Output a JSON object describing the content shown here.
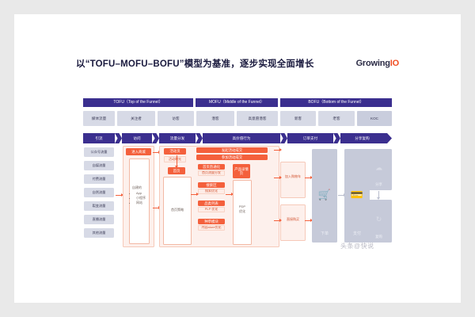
{
  "page": {
    "title": "以“TOFU–MOFU–BOFU”模型为基准，逐步实现全面增长",
    "logo_main": "Growing",
    "logo_accent": "IO",
    "watermark": "头条@快说",
    "accent_color": "#f4603c",
    "header_color": "#3b2f8f",
    "chip_color": "#d7dae6"
  },
  "funnel_headers": [
    {
      "label": "TOFU（Top of the Funnel）"
    },
    {
      "label": "MOFU（Middle of the Funnel）"
    },
    {
      "label": "BOFU（Bottom of the Funnel）"
    }
  ],
  "stages": [
    {
      "label": "媒体流量"
    },
    {
      "label": "关注者"
    },
    {
      "label": "访客"
    },
    {
      "label": "潜客"
    },
    {
      "label": "高意愿潜客"
    },
    {
      "label": "新客"
    },
    {
      "label": "老客"
    },
    {
      "label": "KOC"
    }
  ],
  "flow_steps": [
    {
      "label": "引流"
    },
    {
      "label": "访问"
    },
    {
      "label": "流量分发"
    },
    {
      "label": "高价值行为"
    },
    {
      "label": "订单支付"
    },
    {
      "label": "分享复购"
    }
  ],
  "traffic_sources": [
    {
      "label": "公众号流量"
    },
    {
      "label": "自媒流量"
    },
    {
      "label": "付费流量"
    },
    {
      "label": "自然流量"
    },
    {
      "label": "裂变流量"
    },
    {
      "label": "直播流量"
    },
    {
      "label": "其他流量"
    }
  ],
  "tofu_panel": {
    "entry_box": "进入商城",
    "intro": "自建的",
    "items": [
      "App",
      "小程序",
      "网站"
    ]
  },
  "mofu_panel": {
    "activity_box": "活动页",
    "activity_sub": "活动曝光",
    "home_box": "首页",
    "home_note": "首页策略",
    "flow_box": "流量分发",
    "campaign_boxes": [
      {
        "label": "发起活动成交"
      },
      {
        "label": "参加活动成交"
      }
    ],
    "modules": [
      {
        "title": "首页直通化",
        "sub": "首页流量分发"
      },
      {
        "title": "搜索区",
        "sub": "搜索优化"
      },
      {
        "title": "品类列表",
        "sub": "PLP 优化"
      },
      {
        "title": "种草模块",
        "sub": "内容ature优化"
      }
    ],
    "product_box": "产品详情页",
    "pdp_label": "PDP\n优化",
    "add_cart": "加入购物车",
    "direct_buy": "直接购买"
  },
  "bofu_panel": {
    "order": {
      "label": "下单",
      "icon": "order-icon"
    },
    "pay": {
      "label": "支付",
      "icon": "pay-icon"
    },
    "share": {
      "label": "分享",
      "icon": "share-icon"
    },
    "repurchase": {
      "label": "复购",
      "icon": "repurchase-icon"
    }
  }
}
